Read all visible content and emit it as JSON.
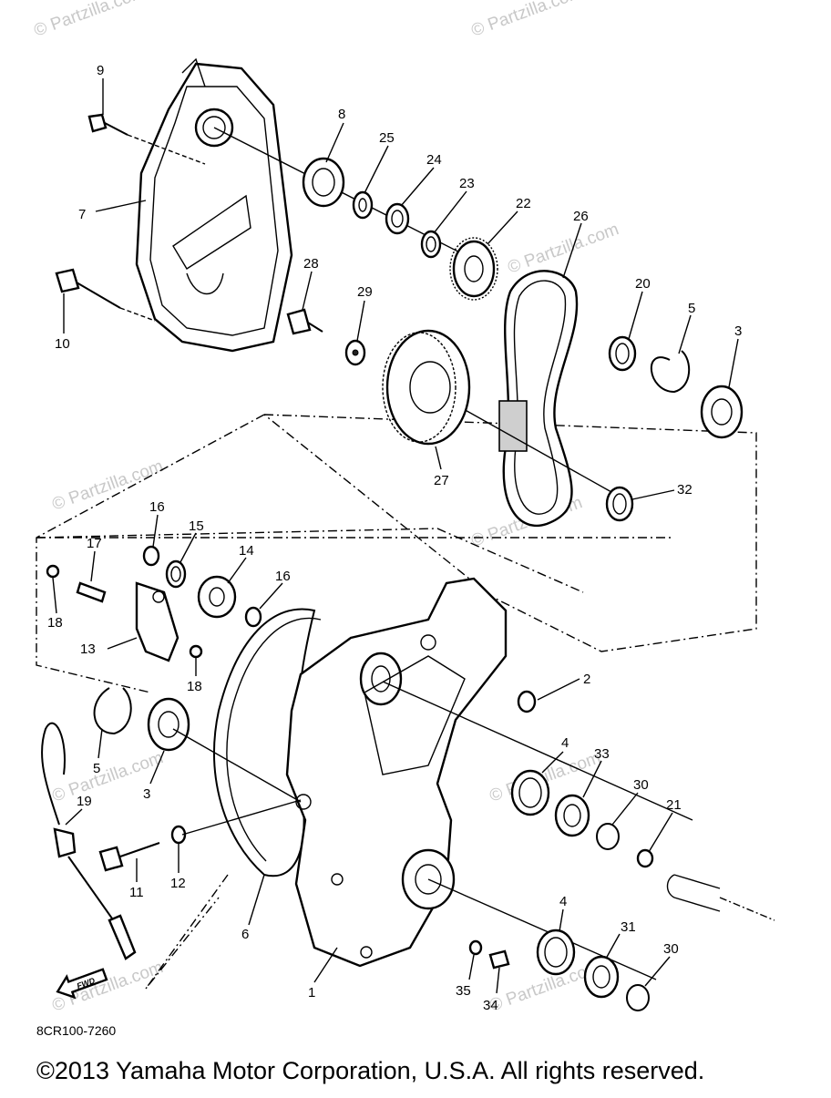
{
  "diagram": {
    "code": "8CR100-7260",
    "fwd_label": "FWD",
    "copyright": "©2013 Yamaha Motor Corporation, U.S.A. All rights reserved.",
    "watermark": "© Partzilla.com",
    "callouts": {
      "p9": "9",
      "p8": "8",
      "p25": "25",
      "p24": "24",
      "p23": "23",
      "p22": "22",
      "p7": "7",
      "p26": "26",
      "p28": "28",
      "p29": "29",
      "p20": "20",
      "p5a": "5",
      "p3a": "3",
      "p10": "10",
      "p27": "27",
      "p32": "32",
      "p16a": "16",
      "p15": "15",
      "p17": "17",
      "p14": "14",
      "p16b": "16",
      "p18a": "18",
      "p13": "13",
      "p18b": "18",
      "p2": "2",
      "p5b": "5",
      "p4a": "4",
      "p33": "33",
      "p3b": "3",
      "p30a": "30",
      "p19": "19",
      "p21": "21",
      "p11": "11",
      "p12": "12",
      "p6": "6",
      "p4b": "4",
      "p31": "31",
      "p1": "1",
      "p35": "35",
      "p34": "34",
      "p30b": "30"
    }
  }
}
